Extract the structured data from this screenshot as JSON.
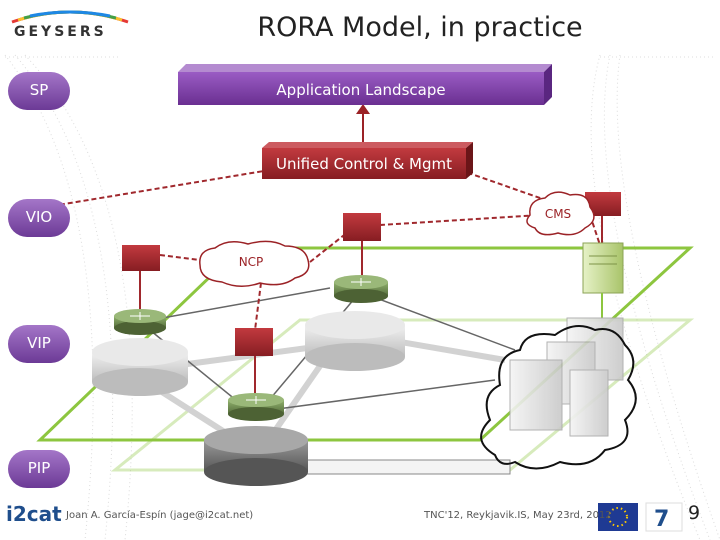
{
  "title": "RORA Model, in practice",
  "logo": {
    "name": "GEYSERS",
    "partner": "i2cat"
  },
  "layers": {
    "sp": "SP",
    "vio": "VIO",
    "vip": "VIP",
    "pip": "PIP"
  },
  "boxes": {
    "app_landscape": "Application Landscape",
    "unified_control": "Unified Control & Mgmt"
  },
  "clouds": {
    "cms": "CMS",
    "ncp": "NCP"
  },
  "footer": {
    "author": "Joan A. García-Espín (jage@i2cat.net)",
    "conference": "TNC'12, Reykjavik.IS, May 23rd, 2012",
    "page": "9"
  },
  "colors": {
    "purple": "#7a3fa0",
    "dark_red": "#9b2226",
    "green_plane": "#8dc63f",
    "router_green": "#6d8a4e",
    "router_grey": "#d8d8d8",
    "controller_red": "#c0262d"
  }
}
